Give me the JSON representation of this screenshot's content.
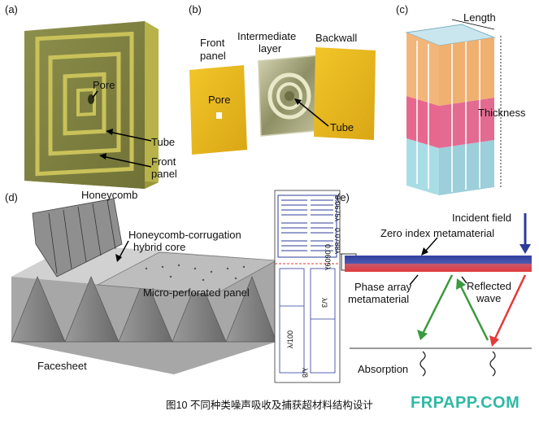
{
  "panels": {
    "a": {
      "tag": "(a)",
      "pore": "Pore",
      "tube": "Tube",
      "front_panel_1": "Front",
      "front_panel_2": "panel"
    },
    "b": {
      "tag": "(b)",
      "front_panel_1": "Front",
      "front_panel_2": "panel",
      "intermediate_1": "Intermediate",
      "intermediate_2": "layer",
      "backwall": "Backwall",
      "pore": "Pore",
      "tube": "Tube"
    },
    "c": {
      "tag": "(c)",
      "length": "Length",
      "thickness": "Thickness"
    },
    "d": {
      "tag": "(d)",
      "honeycomb": "Honeycomb",
      "core_1": "Honeycomb-corrugation",
      "core_2": "hybrid core",
      "micro": "Micro-perforated panel",
      "facesheet": "Facesheet"
    },
    "e": {
      "tag": "(e)",
      "incident": "Incident field",
      "zero_index": "Zero index metamaterial",
      "phase_1": "Phase array",
      "phase_2": "metamaterial",
      "reflected_1": "Reflected",
      "reflected_2": "wave",
      "absorption": "Absorption",
      "dim_top": "0.0675λ",
      "dim_mid": "0.0788λ",
      "dim_left": "0.0609λ",
      "dim_lambda3": "λ/3",
      "dim_lambda100": "λ/100",
      "dim_lambda8": "λ/8"
    }
  },
  "caption": "图10 不同种类噪声吸收及捕获超材料结构设计",
  "watermark": "FRPAPP.COM",
  "colors": {
    "olive": "#a3a33a",
    "yellow": "#e8b820",
    "orange": "#f2b57a",
    "pink": "#e8678e",
    "cyan": "#a9dde6",
    "blue": "#2d3c9a",
    "red": "#e43a3a",
    "green": "#3a9a3e"
  }
}
